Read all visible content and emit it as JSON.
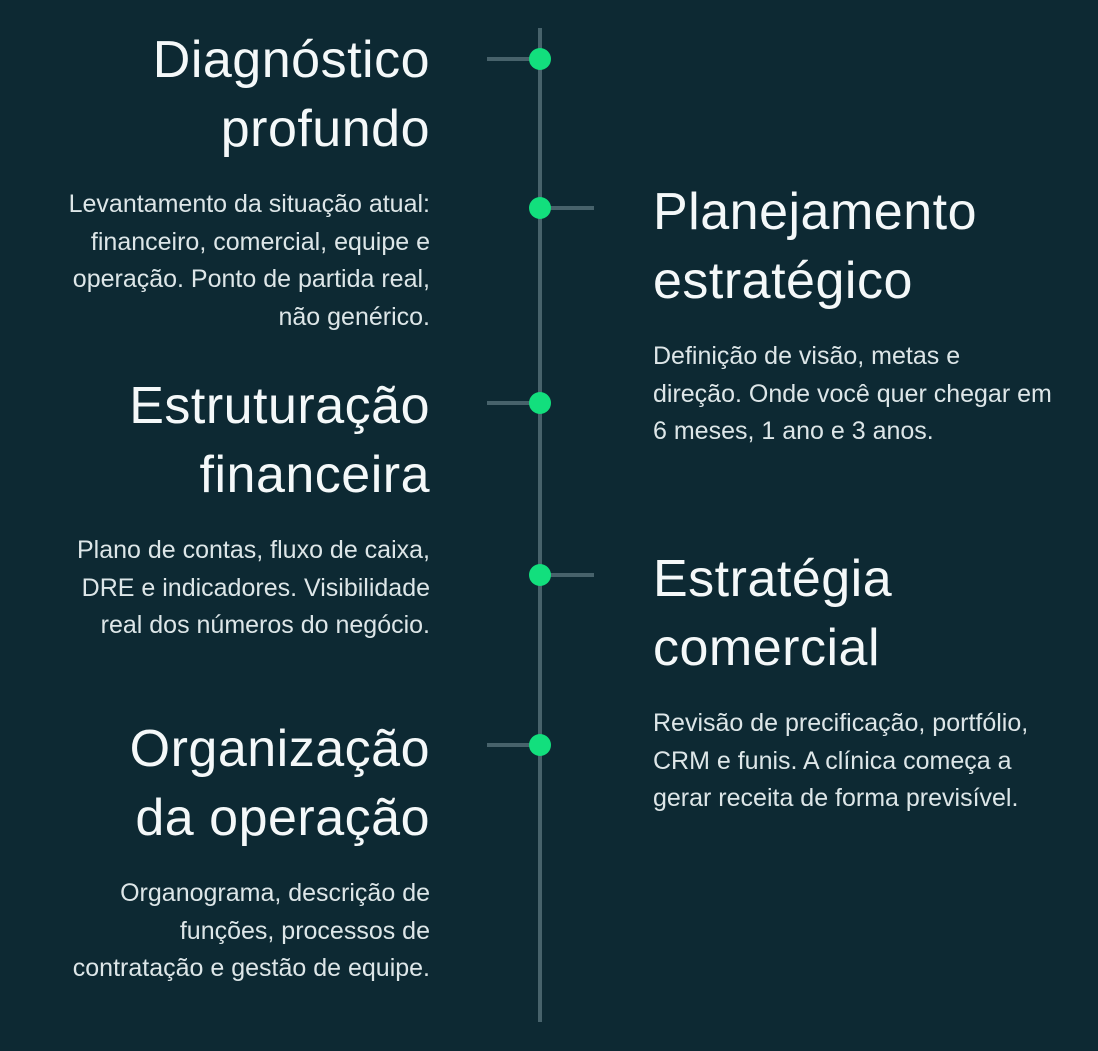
{
  "theme": {
    "background": "#0d2933",
    "accent": "#12df7d",
    "line": "#47626b",
    "heading_color": "#f4f8f9",
    "body_color": "#dde6e8"
  },
  "timeline": {
    "items": [
      {
        "side": "left",
        "title": "Diagnóstico profundo",
        "description": "Levantamento da situação atual: financeiro, comercial, equipe e operação. Ponto de partida real, não genérico."
      },
      {
        "side": "right",
        "title": "Planejamento estratégico",
        "description": "Definição de visão, metas e direção. Onde você quer chegar em 6 meses, 1 ano e 3 anos."
      },
      {
        "side": "left",
        "title": "Estruturação financeira",
        "description": "Plano de contas, fluxo de caixa, DRE e indicadores. Visibilidade real dos números do negócio."
      },
      {
        "side": "right",
        "title": "Estratégia comercial",
        "description": "Revisão de precificação, portfólio, CRM e funis. A clínica começa a gerar receita de forma previsível."
      },
      {
        "side": "left",
        "title": "Organização da operação",
        "description": "Organograma, descrição de funções, processos de contratação e gestão de equipe."
      }
    ]
  }
}
